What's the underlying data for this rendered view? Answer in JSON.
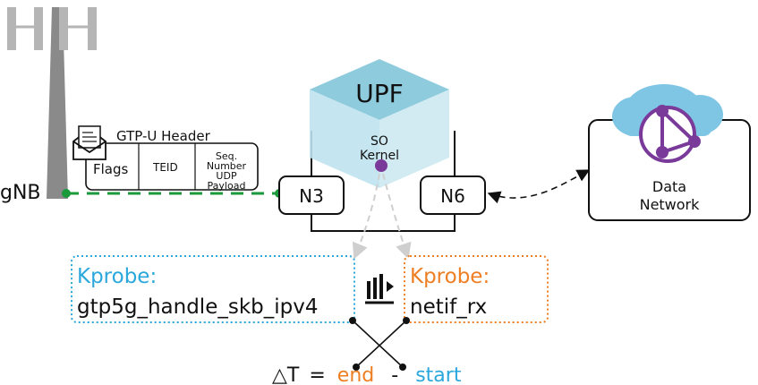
{
  "colors": {
    "blue": "#2aa7dc",
    "orange": "#ee7e22",
    "green": "#1a9a3a",
    "purple": "#7a3a9a",
    "cube_top": "#8ecbdc",
    "cube_side": "#bfe3ee",
    "cloud": "#7fc6e4"
  },
  "gnb": {
    "label": "gNB"
  },
  "gtp": {
    "title": "GTP-U Header",
    "fields": [
      "Flags",
      "TEID",
      "Seq.",
      "Number",
      "UDP",
      "Payload"
    ]
  },
  "upf": {
    "title": "UPF",
    "so_label": "SO",
    "kernel_label": "Kernel",
    "n3_label": "N3",
    "n6_label": "N6"
  },
  "dn": {
    "line1": "Data",
    "line2": "Network"
  },
  "kprobe_left": {
    "title": "Kprobe:",
    "func": "gtp5g_handle_skb_ipv4"
  },
  "kprobe_right": {
    "title": "Kprobe:",
    "func": "netif_rx"
  },
  "delta": {
    "symbol": "△T",
    "eq": "=",
    "end": "end",
    "minus": "-",
    "start": "start"
  },
  "icons": [
    "cell-tower-icon",
    "envelope-icon",
    "cloud-icon",
    "globe-network-icon",
    "sort-icon"
  ]
}
